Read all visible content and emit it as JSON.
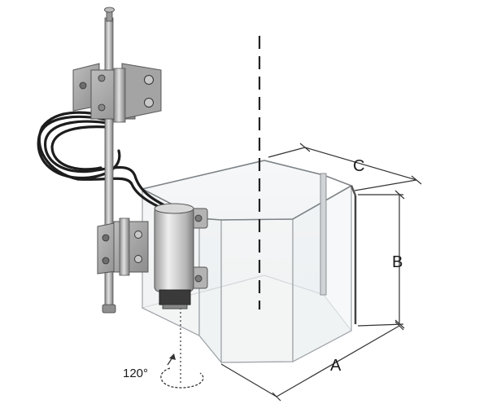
{
  "labels": {
    "dim_a": "A",
    "dim_b": "B",
    "dim_c": "C",
    "rotation": "120°"
  }
}
